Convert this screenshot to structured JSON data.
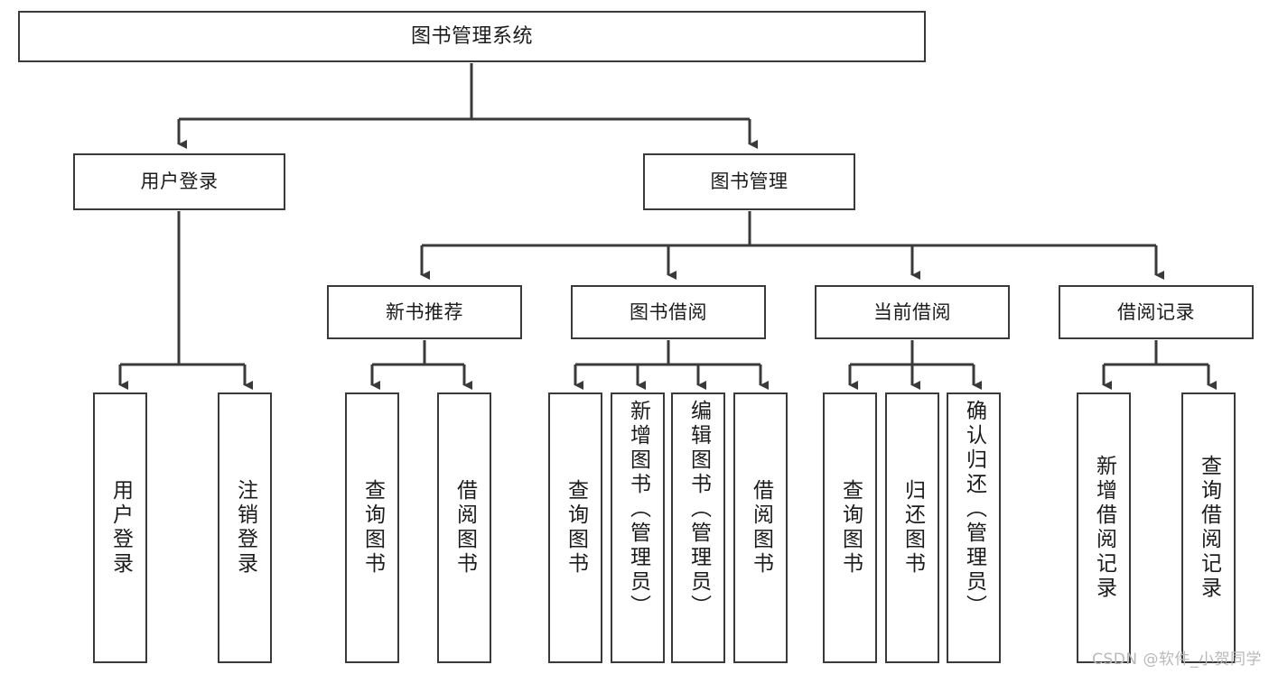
{
  "diagram": {
    "title": "图书管理系统",
    "type": "tree-hierarchy",
    "watermark": "CSDN @软件_小贺同学",
    "colors": {
      "border": "#3a3a3a",
      "background": "#ffffff",
      "text": "#1b1b1b",
      "connector": "#3a3a3a",
      "watermark": "#b9b9b9"
    }
  },
  "nodes": {
    "root": {
      "label": "图书管理系统",
      "level": 1
    },
    "level2": [
      {
        "id": "user-login",
        "label": "用户登录"
      },
      {
        "id": "book-manage",
        "label": "图书管理"
      }
    ],
    "level3": [
      {
        "id": "new-book-recommend",
        "label": "新书推荐",
        "parent": "book-manage"
      },
      {
        "id": "book-borrow",
        "label": "图书借阅",
        "parent": "book-manage"
      },
      {
        "id": "current-borrow",
        "label": "当前借阅",
        "parent": "book-manage"
      },
      {
        "id": "borrow-record",
        "label": "借阅记录",
        "parent": "book-manage"
      }
    ],
    "leaves": [
      {
        "id": "leaf-user-login",
        "label": "用户登录",
        "parent": "user-login"
      },
      {
        "id": "leaf-logout",
        "label": "注销登录",
        "parent": "user-login"
      },
      {
        "id": "leaf-query-book-1",
        "label": "查询图书",
        "parent": "new-book-recommend"
      },
      {
        "id": "leaf-borrow-book-1",
        "label": "借阅图书",
        "parent": "new-book-recommend"
      },
      {
        "id": "leaf-query-book-2",
        "label": "查询图书",
        "parent": "book-borrow"
      },
      {
        "id": "leaf-add-book",
        "label": "新增图书（管理员）",
        "parent": "book-borrow"
      },
      {
        "id": "leaf-edit-book",
        "label": "编辑图书（管理员）",
        "parent": "book-borrow"
      },
      {
        "id": "leaf-borrow-book-2",
        "label": "借阅图书",
        "parent": "book-borrow"
      },
      {
        "id": "leaf-query-book-3",
        "label": "查询图书",
        "parent": "current-borrow"
      },
      {
        "id": "leaf-return-book",
        "label": "归还图书",
        "parent": "current-borrow"
      },
      {
        "id": "leaf-confirm-return",
        "label": "确认归还（管理员）",
        "parent": "current-borrow"
      },
      {
        "id": "leaf-add-record",
        "label": "新增借阅记录",
        "parent": "borrow-record"
      },
      {
        "id": "leaf-query-record",
        "label": "查询借阅记录",
        "parent": "borrow-record"
      }
    ]
  }
}
